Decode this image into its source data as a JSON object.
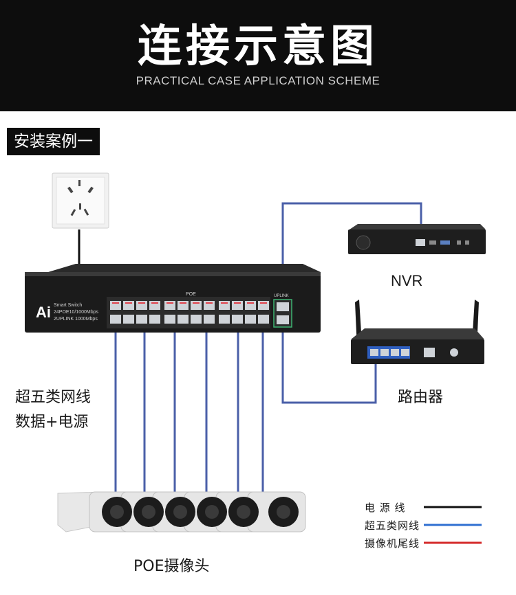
{
  "header": {
    "title": "连接示意图",
    "subtitle": "PRACTICAL CASE APPLICATION SCHEME"
  },
  "case_label": "安装案例一",
  "switch": {
    "logo": "Ai",
    "line1": "Smart Switch",
    "line2": "24POE10/1000Mbps",
    "line3": "2UPLINK 1000Mbps",
    "poe_label": "POE",
    "uplink_label": "UPLINK"
  },
  "labels": {
    "nvr": "NVR",
    "router": "路由器",
    "cable_line1": "超五类网线",
    "cable_line2": "数据+电源",
    "camera": "POE摄像头"
  },
  "legend": [
    {
      "label": "电 源 线",
      "color": "#111111"
    },
    {
      "label": "超五类网线",
      "color": "#2f6fd1"
    },
    {
      "label": "摄像机尾线",
      "color": "#d42a2a"
    }
  ],
  "colors": {
    "cable": "#4a5fa8",
    "power": "#111111",
    "header_bg": "#0d0d0d"
  }
}
